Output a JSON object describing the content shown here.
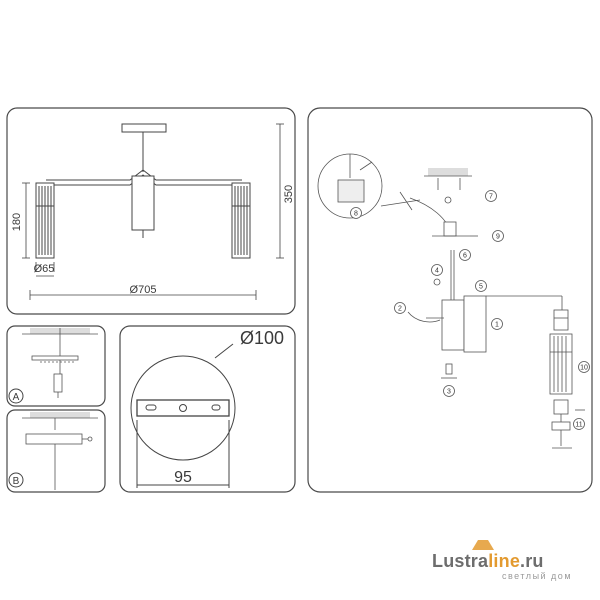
{
  "dimensions": {
    "height_total": "350",
    "shade_height": "180",
    "shade_diameter": "Ø65",
    "total_diameter": "Ø705",
    "plate_diameter": "Ø100",
    "plate_width": "95"
  },
  "labels": {
    "a": "A",
    "b": "B"
  },
  "steps": [
    "1",
    "2",
    "3",
    "4",
    "5",
    "6",
    "7",
    "8",
    "9",
    "10",
    "11"
  ],
  "watermark": {
    "brand_main": "Lustra",
    "brand_accent": "line",
    "brand_tld": ".ru",
    "tagline": "светлый дом"
  },
  "colors": {
    "line": "#555555",
    "frame": "#4a4a4a",
    "accent": "#e39a2f"
  }
}
